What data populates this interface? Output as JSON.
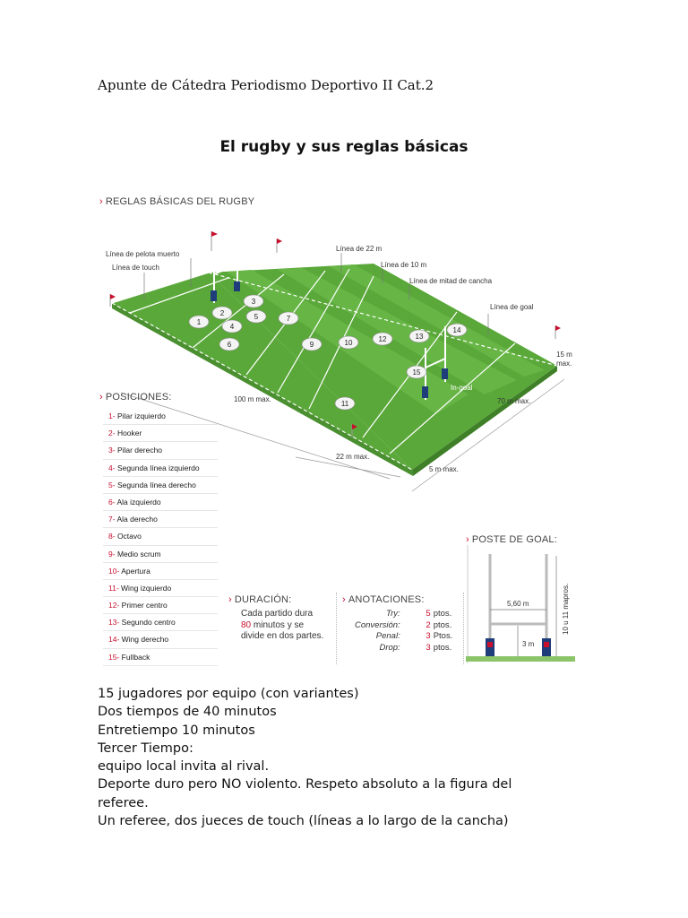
{
  "header": "Apunte de Cátedra Periodismo Deportivo II Cat.2",
  "title": "El rugby y sus reglas básicas",
  "figure": {
    "heading": "REGLAS BÁSICAS DEL RUGBY",
    "field_labels": {
      "pelota_muerto": "Línea de pelota muerto",
      "touch": "Línea de touch",
      "l22": "Línea de 22 m",
      "l10": "Línea de 10 m",
      "mitad": "Línea de mitad de cancha",
      "goal": "Línea de goal",
      "in_goal": "In-goal",
      "len100": "100 m max.",
      "w70": "70 m max.",
      "d22": "22 m max.",
      "d5": "5 m max.",
      "d15a": "15 m",
      "d15b": "max."
    },
    "players": [
      "1",
      "2",
      "3",
      "4",
      "5",
      "6",
      "7",
      "9",
      "10",
      "12",
      "13",
      "14",
      "15",
      "11"
    ],
    "positions_heading": "POSICIONES:",
    "positions": [
      {
        "num": "1-",
        "name": "Pilar izquierdo"
      },
      {
        "num": "2-",
        "name": "Hooker"
      },
      {
        "num": "3-",
        "name": "Pilar derecho"
      },
      {
        "num": "4-",
        "name": "Segunda línea izquierdo"
      },
      {
        "num": "5-",
        "name": "Segunda línea derecho"
      },
      {
        "num": "6-",
        "name": "Ala izquierdo"
      },
      {
        "num": "7-",
        "name": "Ala derecho"
      },
      {
        "num": "8-",
        "name": "Octavo"
      },
      {
        "num": "9-",
        "name": "Medio scrum"
      },
      {
        "num": "10-",
        "name": "Apertura"
      },
      {
        "num": "11-",
        "name": "Wing izquierdo"
      },
      {
        "num": "12-",
        "name": "Primer centro"
      },
      {
        "num": "13-",
        "name": "Segundo centro"
      },
      {
        "num": "14-",
        "name": "Wing derecho"
      },
      {
        "num": "15-",
        "name": "Fullback"
      }
    ],
    "duration_heading": "DURACIÓN:",
    "duration_line1": "Cada partido dura",
    "duration_red": "80",
    "duration_line2": " minutos y se",
    "duration_line3": "divide en dos partes.",
    "scores_heading": "ANOTACIONES:",
    "scores": [
      {
        "label": "Try:",
        "value": "5",
        "unit": "ptos."
      },
      {
        "label": "Conversión:",
        "value": "2",
        "unit": "ptos."
      },
      {
        "label": "Penal:",
        "value": "3",
        "unit": "Ptos."
      },
      {
        "label": "Drop:",
        "value": "3",
        "unit": "ptos."
      }
    ],
    "goal_heading": "POSTE DE GOAL:",
    "goal_width": "5,60 m",
    "goal_bar": "3 m",
    "goal_height": "10 u 11 mapros."
  },
  "body": [
    "15 jugadores por equipo (con variantes)",
    "Dos tiempos de 40 minutos",
    "Entretiempo 10 minutos",
    "Tercer Tiempo:",
    "equipo local invita al rival.",
    "Deporte duro pero NO violento. Respeto absoluto a la figura del referee.",
    "Un referee, dos jueces de touch (líneas a lo largo de la cancha)"
  ],
  "colors": {
    "field": "#5aa83a",
    "field_stripe": "#66b545",
    "accent_red": "#c8102e",
    "post_blue": "#1f3d7a"
  }
}
